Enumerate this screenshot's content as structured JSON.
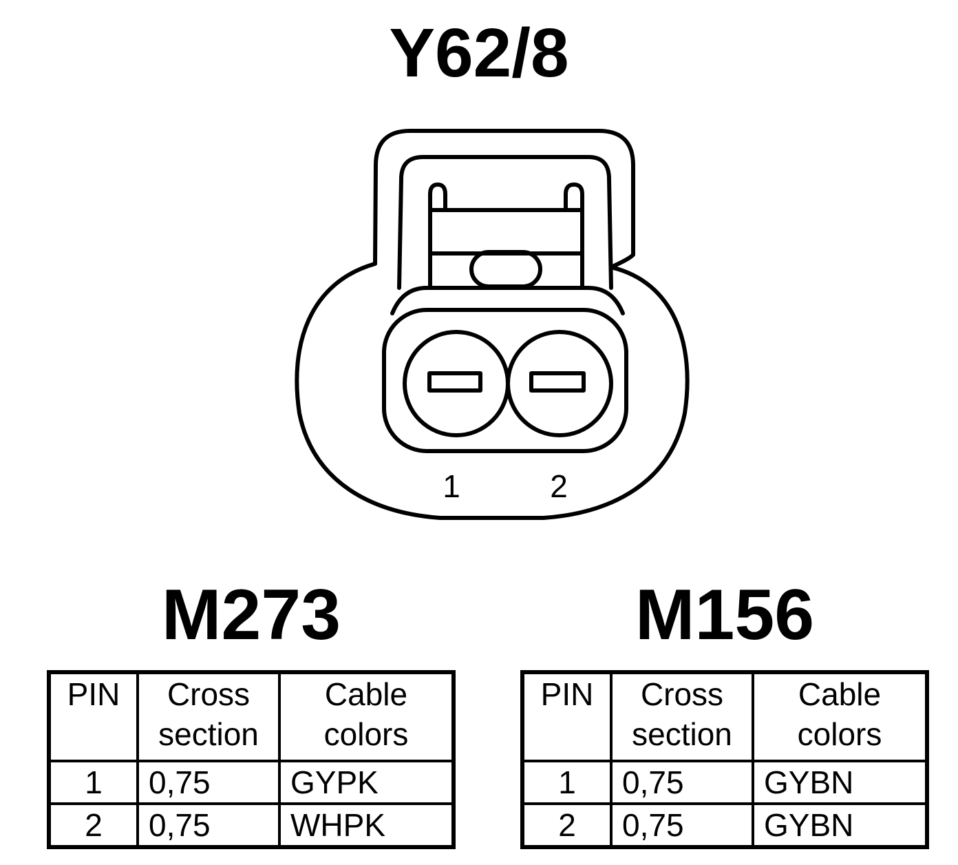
{
  "connector": {
    "name": "Y62/8",
    "pin_labels": [
      "1",
      "2"
    ]
  },
  "tables": {
    "headers": {
      "pin": "PIN",
      "cross_line1": "Cross",
      "cross_line2": "section",
      "cable_line1": "Cable",
      "cable_line2": "colors"
    },
    "m273": {
      "title": "M273",
      "rows": [
        {
          "pin": "1",
          "cross": "0,75",
          "color": "GYPK"
        },
        {
          "pin": "2",
          "cross": "0,75",
          "color": "WHPK"
        }
      ]
    },
    "m156": {
      "title": "M156",
      "rows": [
        {
          "pin": "1",
          "cross": "0,75",
          "color": "GYBN"
        },
        {
          "pin": "2",
          "cross": "0,75",
          "color": "GYBN"
        }
      ]
    }
  }
}
